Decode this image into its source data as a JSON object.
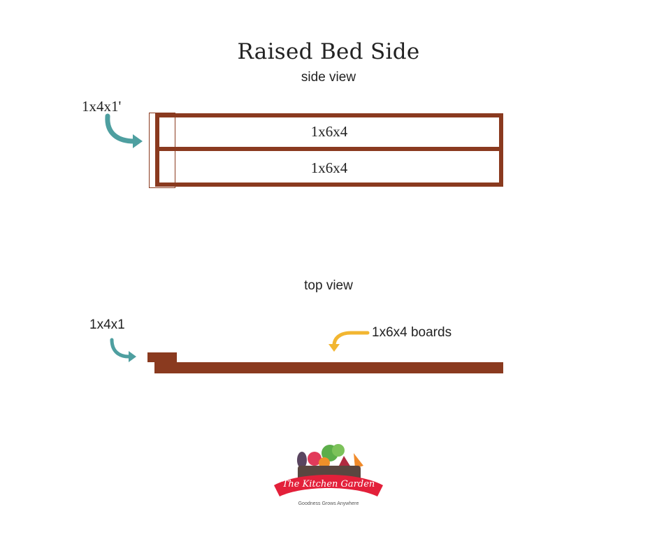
{
  "title": "Raised Bed Side",
  "side_view": {
    "label": "side view",
    "post_label": "1x4x1'",
    "boards": [
      "1x6x4",
      "1x6x4"
    ]
  },
  "top_view": {
    "label": "top view",
    "post_label": "1x4x1",
    "boards_label": "1x6x4 boards"
  },
  "logo": {
    "name": "The Kitchen Garden",
    "tagline": "Goodness Grows Anywhere"
  },
  "colors": {
    "wood": "#8a3a1f",
    "teal_arrow": "#4e9fa0",
    "yellow_arrow": "#f2b631",
    "logo_red": "#e3203a"
  }
}
